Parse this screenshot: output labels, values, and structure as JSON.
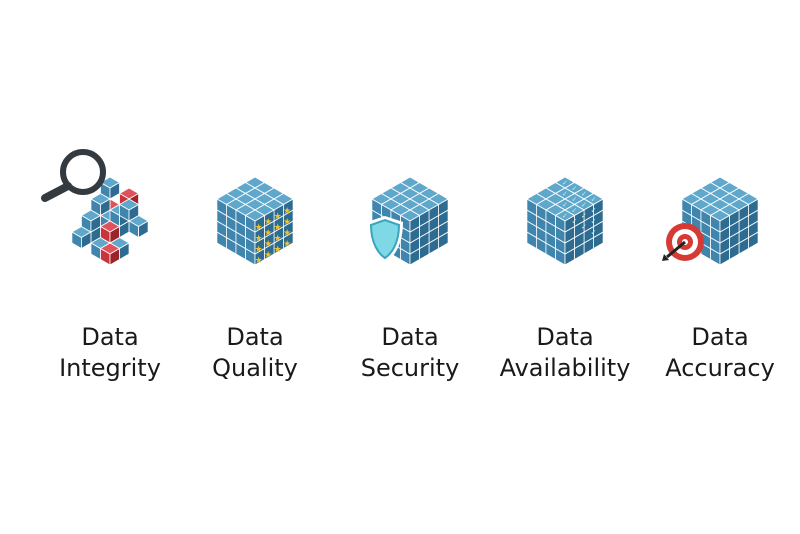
{
  "items": [
    {
      "id": "integrity",
      "line1": "Data",
      "line2": "Integrity",
      "icon": "magnifier-icon"
    },
    {
      "id": "quality",
      "line1": "Data",
      "line2": "Quality",
      "icon": "star-icon"
    },
    {
      "id": "security",
      "line1": "Data",
      "line2": "Security",
      "icon": "shield-icon"
    },
    {
      "id": "availability",
      "line1": "Data",
      "line2": "Availability",
      "icon": "check-icon"
    },
    {
      "id": "accuracy",
      "line1": "Data",
      "line2": "Accuracy",
      "icon": "target-icon"
    }
  ],
  "colors": {
    "cube_top": "#5fa8cc",
    "cube_left": "#3f85ad",
    "cube_right": "#2d6b90",
    "red_top": "#e0525a",
    "red_left": "#c7343c",
    "red_right": "#9e2229",
    "star": "#f2c12e",
    "shield": "#7fd8e6",
    "target_red": "#d63a34"
  }
}
